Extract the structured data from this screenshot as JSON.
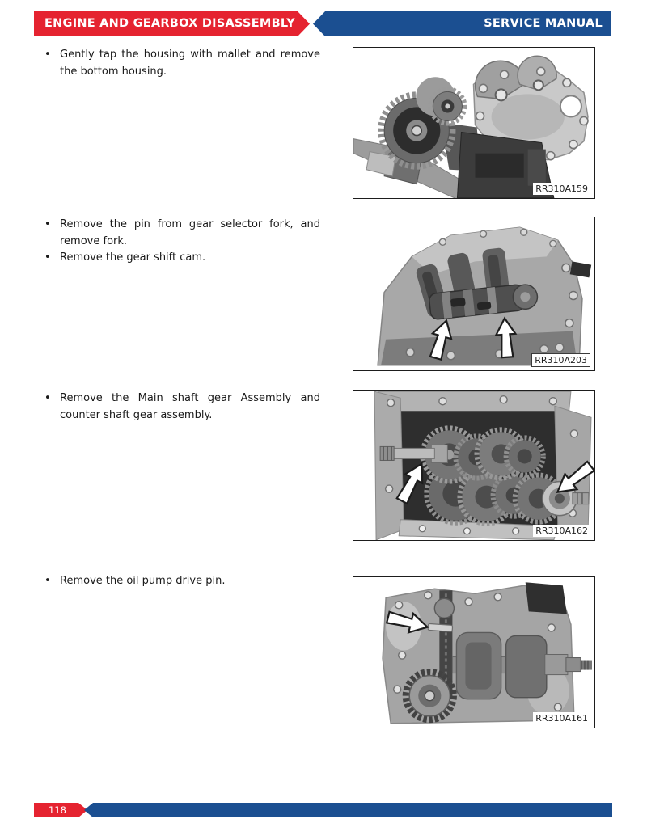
{
  "header": {
    "left_title": "ENGINE AND GEARBOX DISASSEMBLY",
    "right_title": "SERVICE MANUAL"
  },
  "sections": [
    {
      "bullets": [
        "Gently tap the housing with mallet and remove the bottom housing."
      ],
      "figure_code": "RR310A159"
    },
    {
      "bullets": [
        "Remove the pin from gear selector fork, and remove fork.",
        "Remove the gear shift cam."
      ],
      "figure_code": "RR310A203"
    },
    {
      "bullets": [
        "Remove the Main shaft gear Assembly and counter shaft gear assembly."
      ],
      "figure_code": "RR310A162"
    },
    {
      "bullets": [
        "Remove the oil pump drive pin."
      ],
      "figure_code": "RR310A161"
    }
  ],
  "footer": {
    "page_number": "118"
  },
  "colors": {
    "accent_red": "#e52330",
    "accent_blue": "#1b4f91",
    "text": "#1a1a1a"
  },
  "bullet_glyph": "•"
}
